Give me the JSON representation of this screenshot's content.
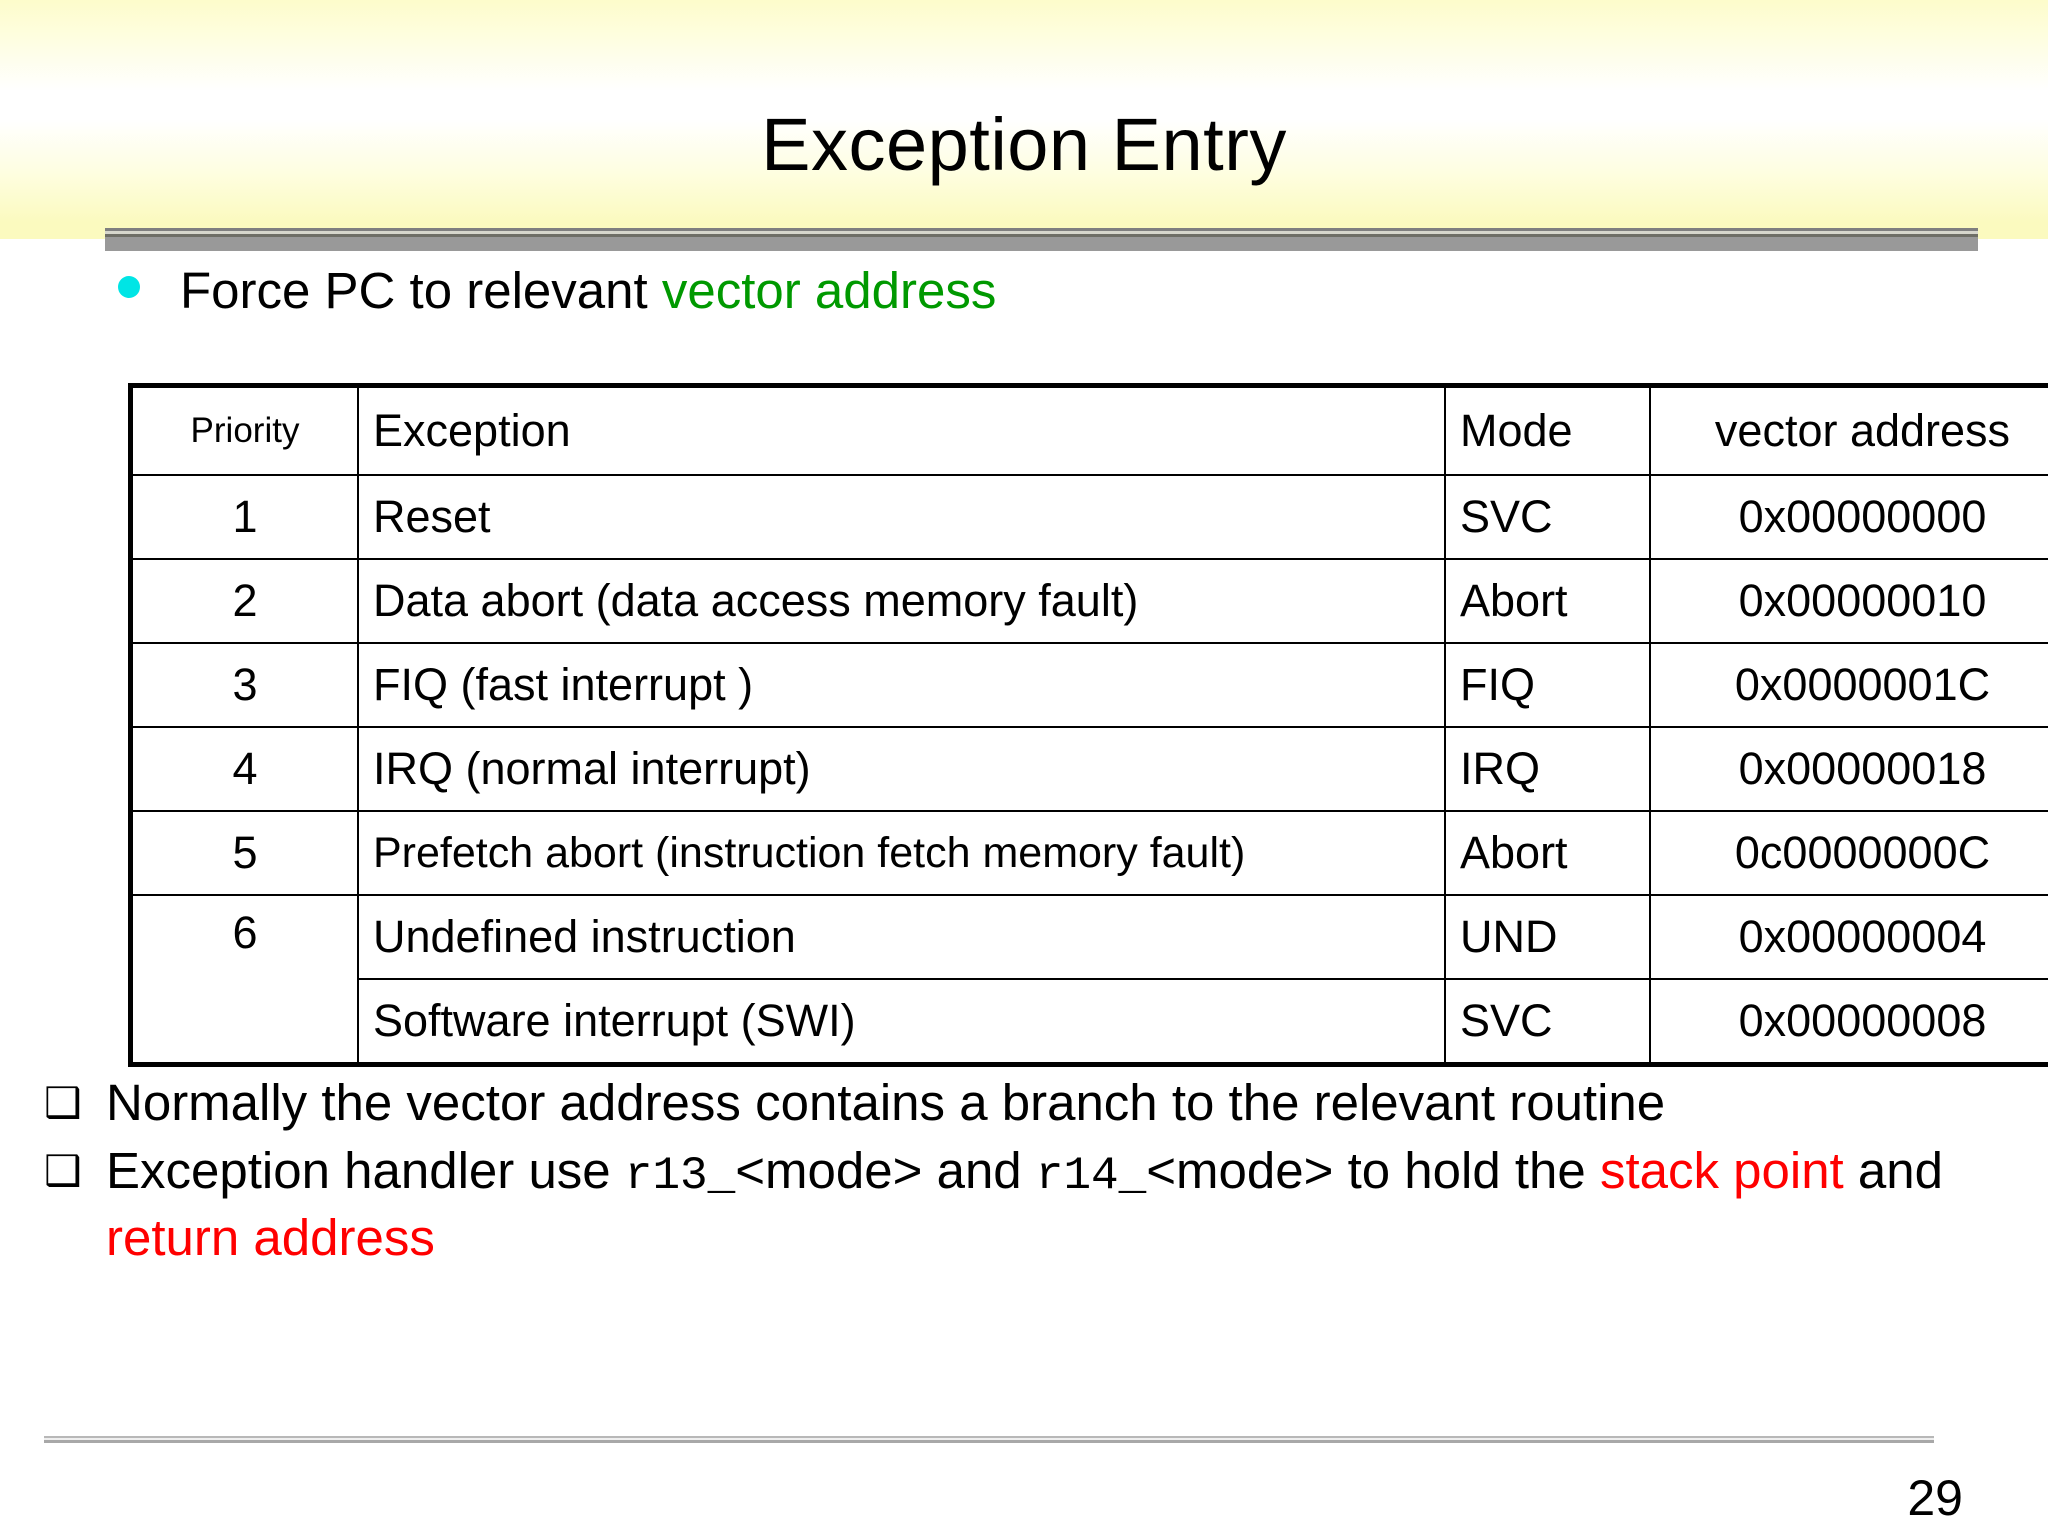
{
  "slide": {
    "title": "Exception Entry",
    "page_number": "29",
    "colors": {
      "accent_green": "#009900",
      "accent_red": "#ff0000",
      "bullet_cyan": "#00e5e5",
      "header_gradient_yellow": "#fbfabf",
      "divider_gray": "#999999"
    }
  },
  "top_bullet": {
    "bullet_glyph": "filled-circle",
    "text_plain": "Force PC to relevant ",
    "text_highlight": "vector address"
  },
  "table": {
    "columns": [
      "Priority",
      "Exception",
      "Mode",
      "vector address"
    ],
    "rows": [
      {
        "priority": "1",
        "exception": "Reset",
        "mode": "SVC",
        "vector": "0x00000000"
      },
      {
        "priority": "2",
        "exception": "Data abort (data access memory fault)",
        "mode": "Abort",
        "vector": "0x00000010"
      },
      {
        "priority": "3",
        "exception": "FIQ (fast interrupt )",
        "mode": "FIQ",
        "vector": "0x0000001C"
      },
      {
        "priority": "4",
        "exception": "IRQ (normal interrupt)",
        "mode": "IRQ",
        "vector": "0x00000018"
      },
      {
        "priority": "5",
        "exception": "Prefetch abort (instruction fetch memory fault)",
        "mode": "Abort",
        "vector": "0c0000000C"
      },
      {
        "priority": "6",
        "exception": "Undefined instruction",
        "mode": "UND",
        "vector": "0x00000004"
      },
      {
        "priority": "",
        "exception": "Software interrupt (SWI)",
        "mode": "SVC",
        "vector": "0x00000008"
      }
    ]
  },
  "bottom_bullets": {
    "bullet_glyph": "hollow-square",
    "item1": {
      "text": "Normally the vector address contains a branch to the relevant routine"
    },
    "item2": {
      "part1": "Exception handler use ",
      "mono1": "r13_",
      "part2": "<mode> and ",
      "mono2": "r14_",
      "part3": "<mode> to hold the ",
      "highlight1": "stack point",
      "part4": " and ",
      "highlight2": "return address"
    }
  }
}
